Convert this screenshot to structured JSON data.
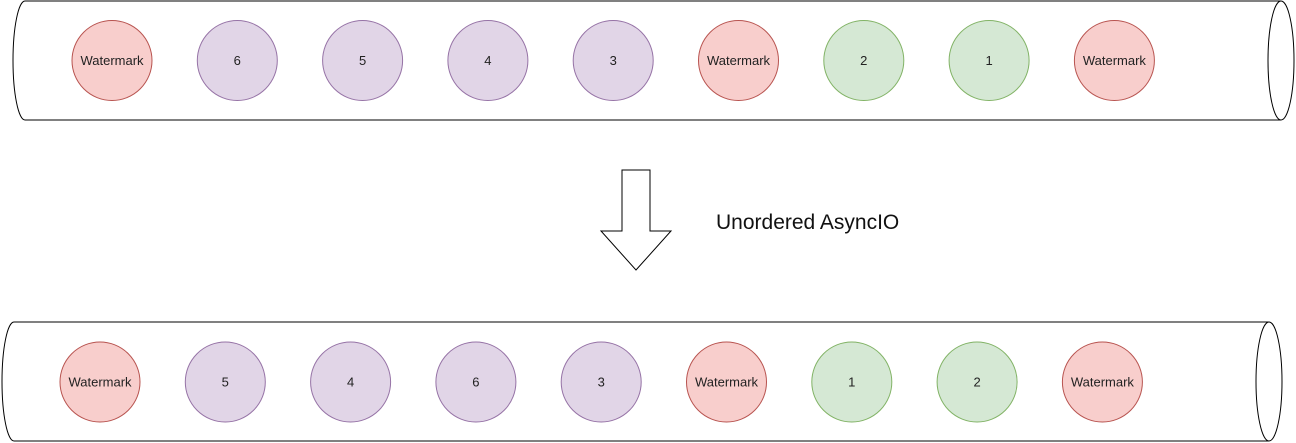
{
  "caption": "Unordered AsyncIO",
  "colors": {
    "watermark_fill": "#f8cecc",
    "watermark_stroke": "#b85450",
    "purple_fill": "#e1d5e7",
    "purple_stroke": "#9673a6",
    "green_fill": "#d5e8d4",
    "green_stroke": "#82b366",
    "pipe_stroke": "#000000"
  },
  "top_stream": {
    "items": [
      {
        "label": "Watermark",
        "kind": "watermark"
      },
      {
        "label": "6",
        "kind": "purple"
      },
      {
        "label": "5",
        "kind": "purple"
      },
      {
        "label": "4",
        "kind": "purple"
      },
      {
        "label": "3",
        "kind": "purple"
      },
      {
        "label": "Watermark",
        "kind": "watermark"
      },
      {
        "label": "2",
        "kind": "green"
      },
      {
        "label": "1",
        "kind": "green"
      },
      {
        "label": "Watermark",
        "kind": "watermark"
      }
    ]
  },
  "bottom_stream": {
    "items": [
      {
        "label": "Watermark",
        "kind": "watermark"
      },
      {
        "label": "5",
        "kind": "purple"
      },
      {
        "label": "4",
        "kind": "purple"
      },
      {
        "label": "6",
        "kind": "purple"
      },
      {
        "label": "3",
        "kind": "purple"
      },
      {
        "label": "Watermark",
        "kind": "watermark"
      },
      {
        "label": "1",
        "kind": "green"
      },
      {
        "label": "2",
        "kind": "green"
      },
      {
        "label": "Watermark",
        "kind": "watermark"
      }
    ]
  }
}
